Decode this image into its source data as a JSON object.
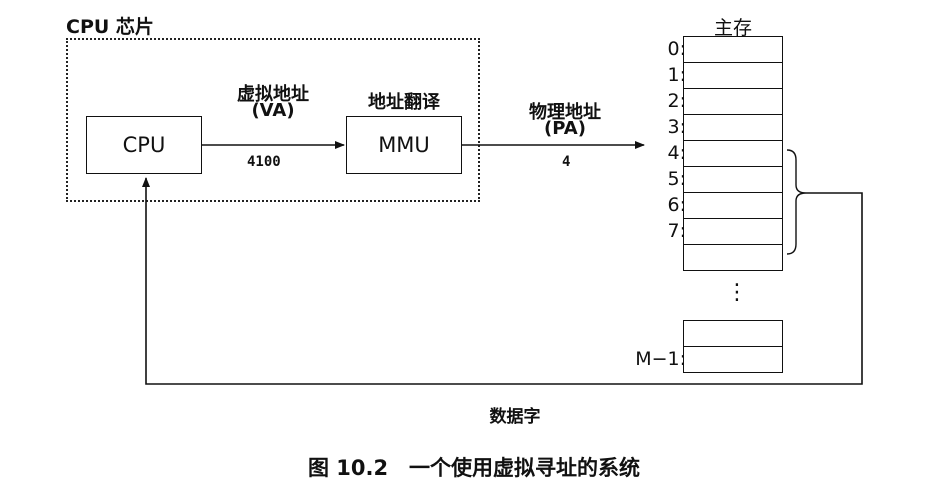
{
  "chip_label": "CPU 芯片",
  "cpu_label": "CPU",
  "mmu_label": "MMU",
  "va_label_line1": "虚拟地址",
  "va_label_line2": "(VA)",
  "va_value": "4100",
  "mmu_title": "地址翻译",
  "pa_label_line1": "物理地址",
  "pa_label_line2": "(PA)",
  "pa_value": "4",
  "memory_title": "主存",
  "addresses": [
    "0:",
    "1:",
    "2:",
    "3:",
    "4:",
    "5:",
    "6:",
    "7:"
  ],
  "ellipsis": "⋮",
  "last_address": "M−1:",
  "data_word_label": "数据字",
  "caption": "图 10.2　一个使用虚拟寻址的系统"
}
